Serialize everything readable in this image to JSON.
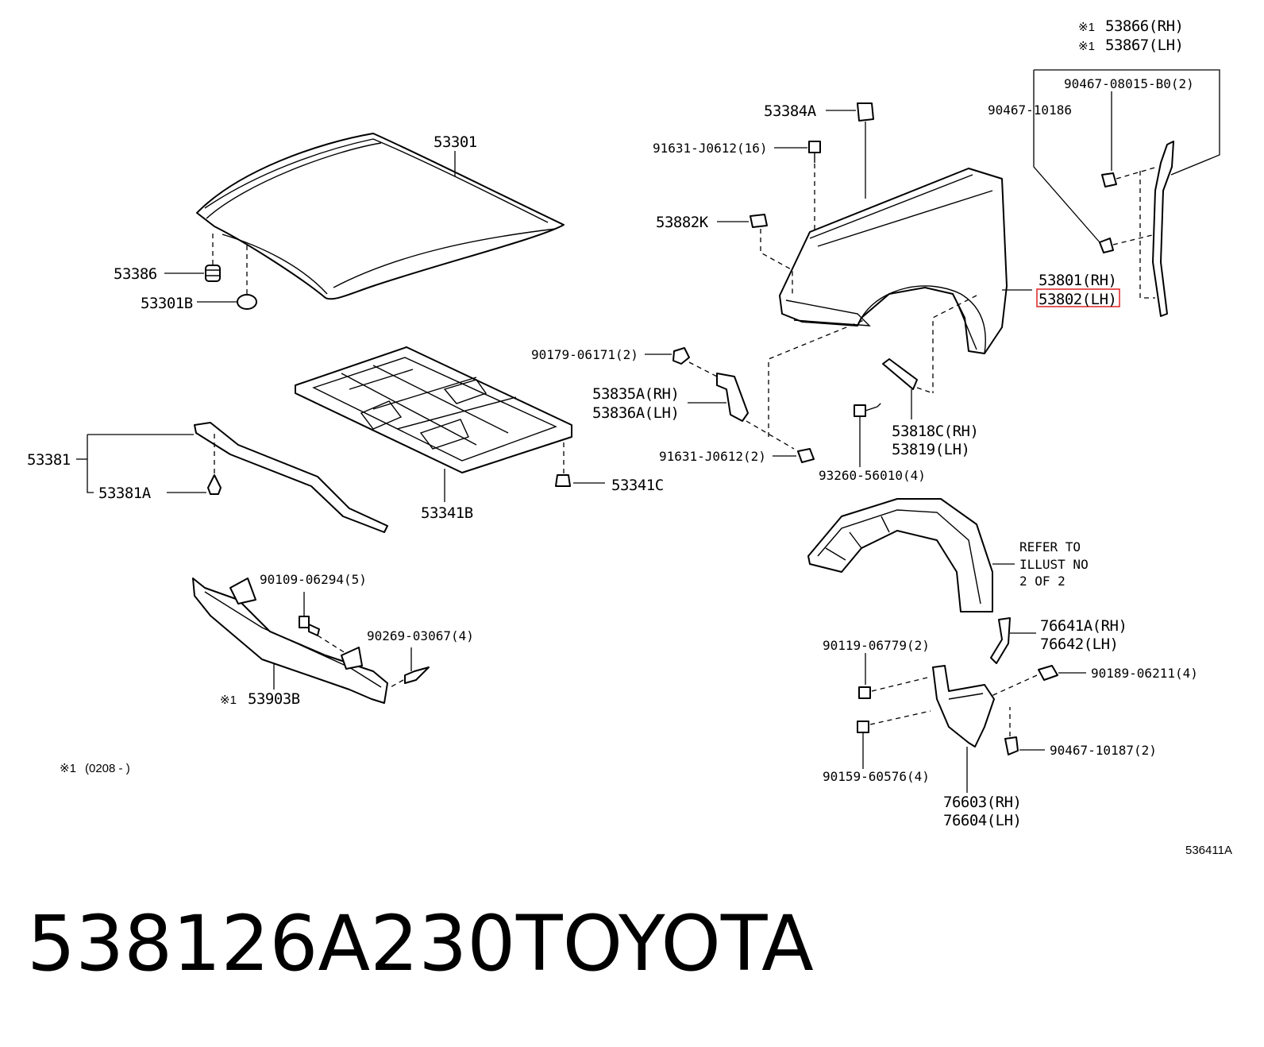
{
  "labels": {
    "hood": "53301",
    "hood_cushion": "53386",
    "hood_cushion_b": "53301B",
    "insulator": "53341B",
    "insulator_clip": "53341C",
    "hood_seal": "53381",
    "hood_seal_clip": "53381A",
    "bolt_90109": "90109-06294(5)",
    "clip_90269": "90269-03067(4)",
    "support_mark": "※1",
    "support": "53903B",
    "footnote_mark": "※1",
    "footnote": "(0208 -      )",
    "bracket_53384a": "53384A",
    "bolt_91631_16": "91631-J0612(16)",
    "pad_53882k": "53882K",
    "nut_90179": "90179-06171(2)",
    "bracket_rh": "53835A(RH)",
    "bracket_lh": "53836A(LH)",
    "bolt_91631_2": "91631-J0612(2)",
    "fender_rh": "53801(RH)",
    "fender_lh": "53802(LH)",
    "fender_bracket_rh": "53818C(RH)",
    "fender_bracket_lh": "53819(LH)",
    "screw_93260": "93260-56010(4)",
    "seal_mark_1": "※1",
    "seal_rh": "53866(RH)",
    "seal_mark_2": "※1",
    "seal_lh": "53867(LH)",
    "clip_90467_b0": "90467-08015-B0(2)",
    "clip_90467_10186": "90467-10186",
    "refer_1": "REFER TO",
    "refer_2": "ILLUST NO",
    "refer_3": "2 OF 2",
    "mud_bracket_rh": "76641A(RH)",
    "mud_bracket_lh": "76642(LH)",
    "bolt_90119": "90119-06779(2)",
    "nut_90189": "90189-06211(4)",
    "bolt_90159": "90159-60576(4)",
    "clip_90467_10187": "90467-10187(2)",
    "mudguard_rh": "76603(RH)",
    "mudguard_lh": "76604(LH)",
    "illustration_code": "536411A"
  },
  "part_number": "538126A230",
  "brand": "TOYOTA",
  "colors": {
    "line": "#000000",
    "highlight": "#e03030",
    "background": "#ffffff"
  }
}
